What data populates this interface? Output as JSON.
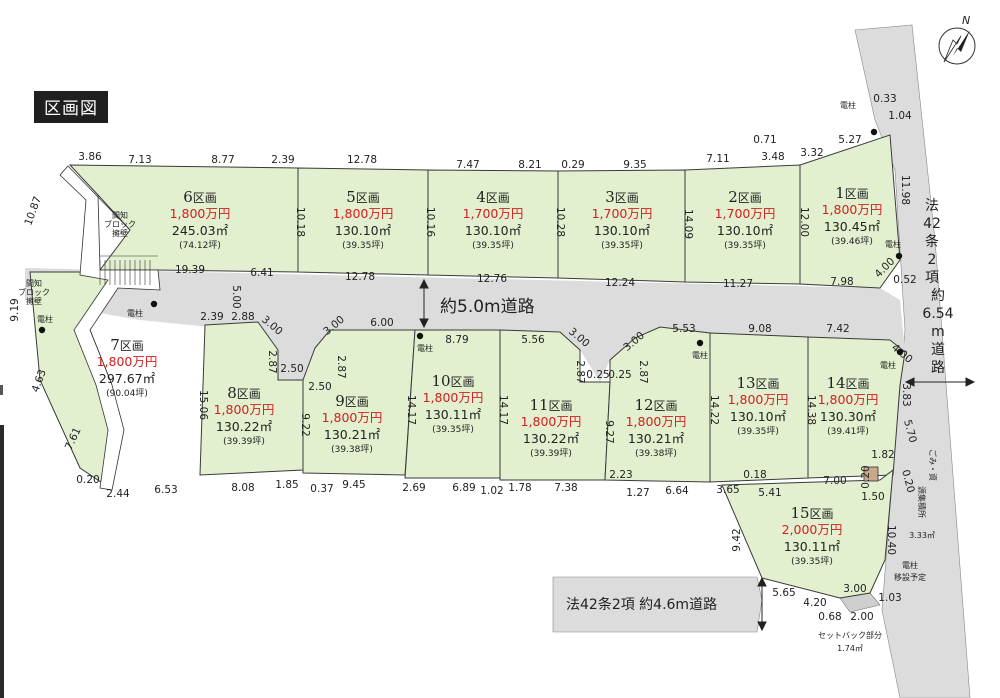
{
  "title": "区画図",
  "north": "N",
  "main_road": "約5.0m道路",
  "east_road": [
    "法",
    "42",
    "条",
    "2",
    "項",
    "約",
    "6.54",
    "m",
    "道",
    "路"
  ],
  "south_road": "法42条2項 約4.6m道路",
  "labels": {
    "pole": "電柱",
    "block_wall": [
      "間知",
      "ブロック",
      "擁壁"
    ],
    "garbage": [
      "ごみ・資",
      "源集積所"
    ],
    "garbage_area": "3.33㎡",
    "pole_move": [
      "電柱",
      "移設予定"
    ],
    "setback": [
      "セットバック部分",
      "1.74㎡"
    ]
  },
  "lots": [
    {
      "no": "1",
      "price": "1,800万円",
      "area": "130.45㎡",
      "tsubo": "(39.46坪)"
    },
    {
      "no": "2",
      "price": "1,700万円",
      "area": "130.10㎡",
      "tsubo": "(39.35坪)"
    },
    {
      "no": "3",
      "price": "1,700万円",
      "area": "130.10㎡",
      "tsubo": "(39.35坪)"
    },
    {
      "no": "4",
      "price": "1,700万円",
      "area": "130.10㎡",
      "tsubo": "(39.35坪)"
    },
    {
      "no": "5",
      "price": "1,800万円",
      "area": "130.10㎡",
      "tsubo": "(39.35坪)"
    },
    {
      "no": "6",
      "price": "1,800万円",
      "area": "245.03㎡",
      "tsubo": "(74.12坪)"
    },
    {
      "no": "7",
      "price": "1,800万円",
      "area": "297.67㎡",
      "tsubo": "(90.04坪)"
    },
    {
      "no": "8",
      "price": "1,800万円",
      "area": "130.22㎡",
      "tsubo": "(39.39坪)"
    },
    {
      "no": "9",
      "price": "1,800万円",
      "area": "130.21㎡",
      "tsubo": "(39.38坪)"
    },
    {
      "no": "10",
      "price": "1,800万円",
      "area": "130.11㎡",
      "tsubo": "(39.35坪)"
    },
    {
      "no": "11",
      "price": "1,800万円",
      "area": "130.22㎡",
      "tsubo": "(39.39坪)"
    },
    {
      "no": "12",
      "price": "1,800万円",
      "area": "130.21㎡",
      "tsubo": "(39.38坪)"
    },
    {
      "no": "13",
      "price": "1,800万円",
      "area": "130.10㎡",
      "tsubo": "(39.35坪)"
    },
    {
      "no": "14",
      "price": "1,800万円",
      "area": "130.30㎡",
      "tsubo": "(39.41坪)"
    },
    {
      "no": "15",
      "price": "2,000万円",
      "area": "130.11㎡",
      "tsubo": "(39.35坪)"
    }
  ],
  "lot_suffix": "区画",
  "dims": {
    "top": [
      "3.86",
      "7.13",
      "8.77",
      "2.39",
      "12.78",
      "7.47",
      "8.21",
      "0.29",
      "9.35",
      "7.11",
      "0.71",
      "3.48",
      "3.32",
      "5.27",
      "0.33",
      "1.04",
      "11.98"
    ],
    "north_row_bottom": [
      "19.39",
      "6.41",
      "12.78",
      "12.76",
      "12.24",
      "11.27",
      "7.98",
      "4.00",
      "0.52"
    ],
    "north_row_depth": [
      "10.18",
      "10.16",
      "10.28",
      "14.09",
      "12.00"
    ],
    "left": [
      "10.87",
      "9.19",
      "4.63",
      "7.61",
      "0.20",
      "2.44"
    ],
    "mid_upper": [
      "5.00",
      "2.39",
      "2.88",
      "3.00",
      "2.87",
      "2.50",
      "2.50",
      "2.87",
      "3.00",
      "6.00",
      "8.79",
      "5.56",
      "3.00",
      "2.87",
      "0.25",
      "0.25",
      "2.87",
      "3.00",
      "5.53",
      "9.08",
      "7.42",
      "4.00",
      "3.83",
      "5.70"
    ],
    "mid_depth": [
      "15.06",
      "9.22",
      "14.17",
      "14.17",
      "9.27",
      "14.22",
      "14.38"
    ],
    "bottom": [
      "6.53",
      "8.08",
      "1.85",
      "0.37",
      "9.45",
      "2.69",
      "6.89",
      "1.02",
      "1.78",
      "7.38",
      "2.23",
      "1.27",
      "6.64",
      "3.65",
      "0.18",
      "5.41",
      "7.00",
      "0.20",
      "1.82",
      "0.20",
      "1.50"
    ],
    "lot15": [
      "9.42",
      "10.40",
      "5.65",
      "4.20",
      "3.00",
      "1.03",
      "0.68",
      "2.00"
    ]
  }
}
